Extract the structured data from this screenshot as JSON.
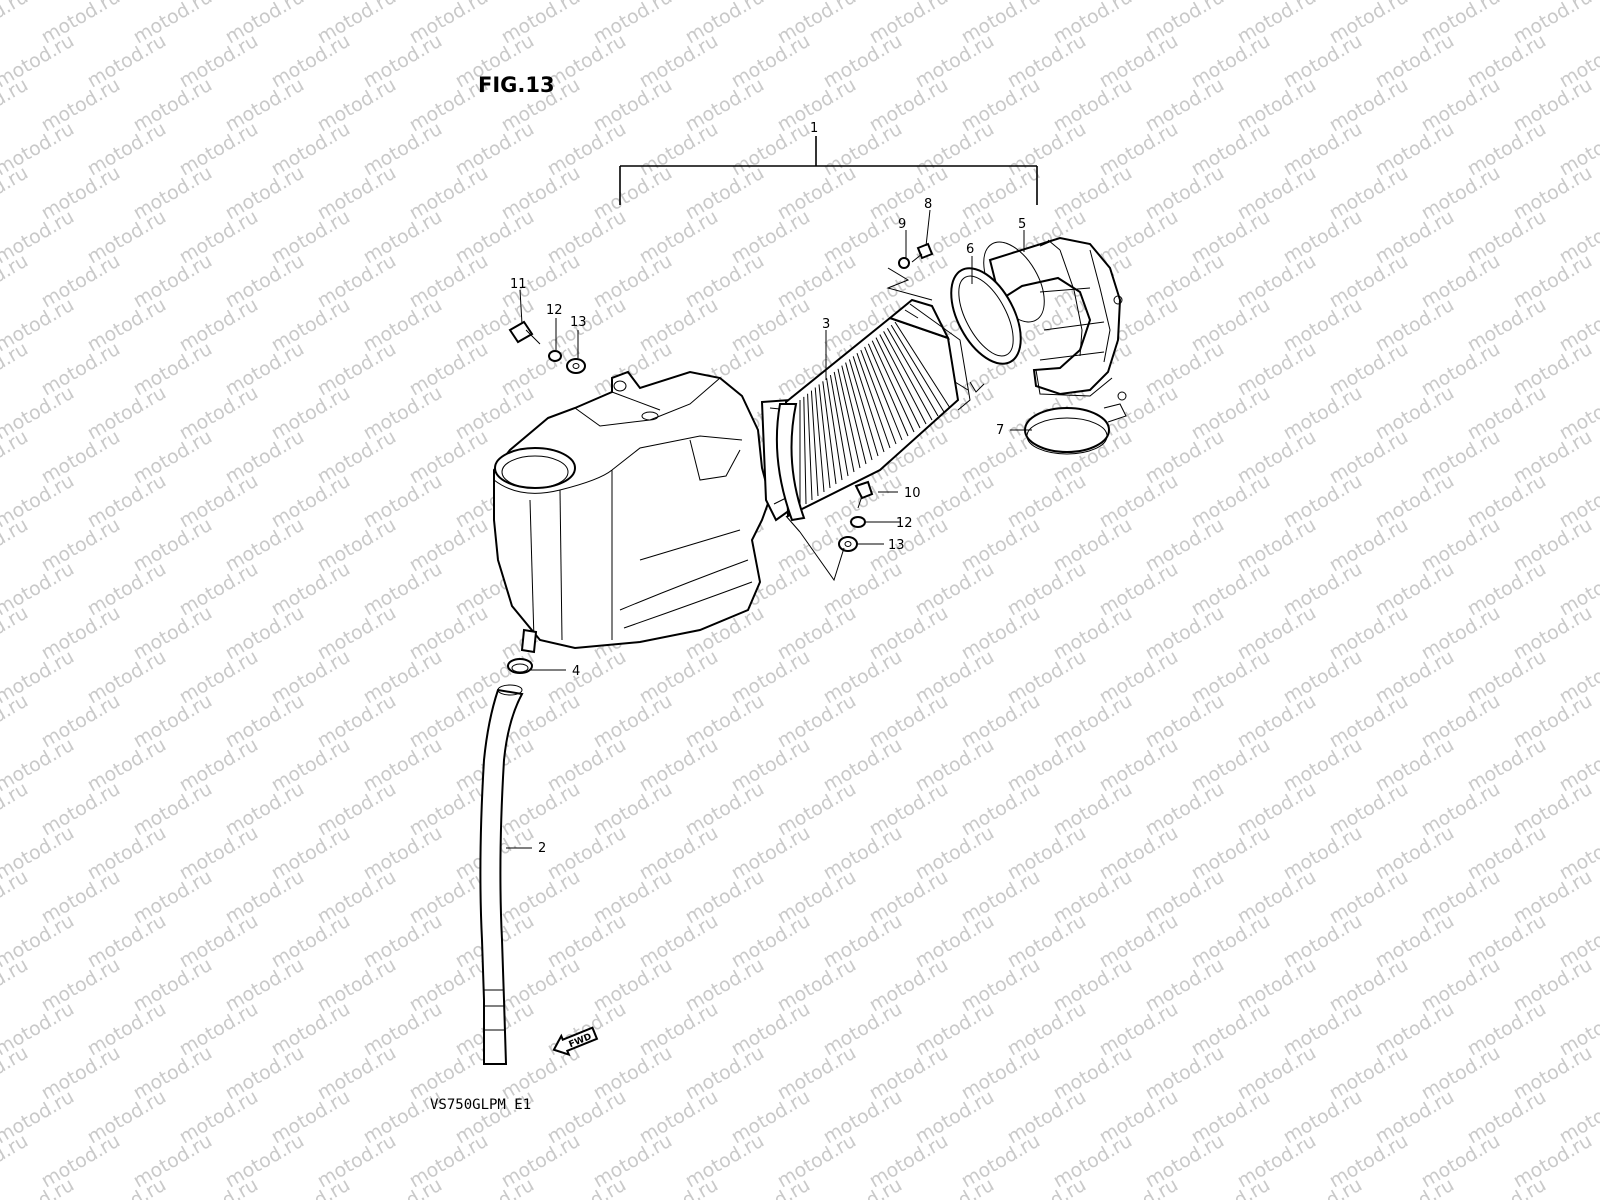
{
  "figure_title": "FIG.13",
  "model_code": "VS750GLPM E1",
  "watermark": "motod.ru",
  "forward_marker": "FWD",
  "callouts": {
    "c1": "1",
    "c2": "2",
    "c3": "3",
    "c4": "4",
    "c5": "5",
    "c6": "6",
    "c7": "7",
    "c8": "8",
    "c9": "9",
    "c10": "10",
    "c11": "11",
    "c12a": "12",
    "c13a": "13",
    "c12b": "12",
    "c13b": "13"
  },
  "colors": {
    "line": "#000000",
    "watermark": "#c9c9c9",
    "background": "#ffffff"
  }
}
